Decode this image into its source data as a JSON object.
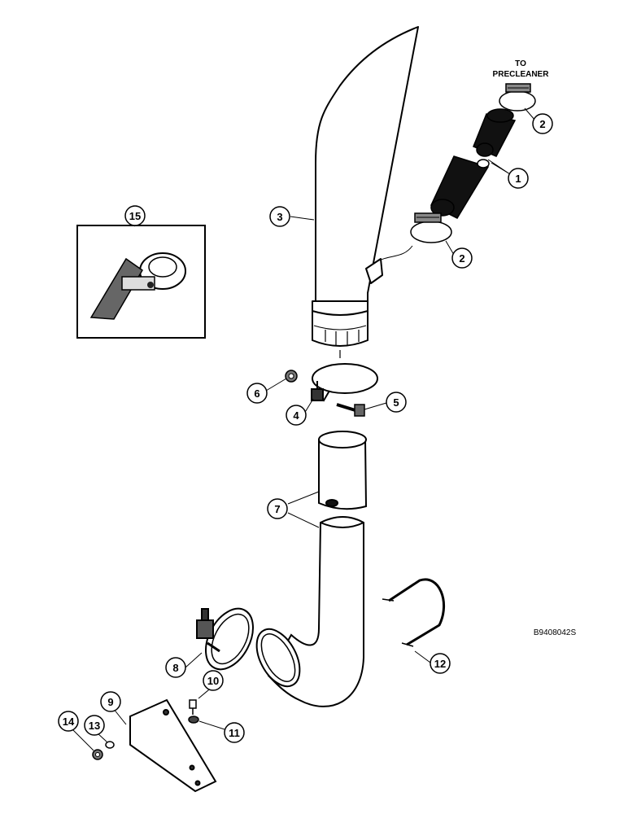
{
  "diagram": {
    "precleaner_note": [
      "TO",
      "PRECLEANER"
    ],
    "reference_code": "B9408042S",
    "callouts": {
      "c1": "1",
      "c2a": "2",
      "c2b": "2",
      "c3": "3",
      "c4": "4",
      "c5": "5",
      "c6": "6",
      "c7": "7",
      "c8": "8",
      "c9": "9",
      "c10": "10",
      "c11": "11",
      "c12": "12",
      "c13": "13",
      "c14": "14",
      "c15": "15"
    }
  }
}
